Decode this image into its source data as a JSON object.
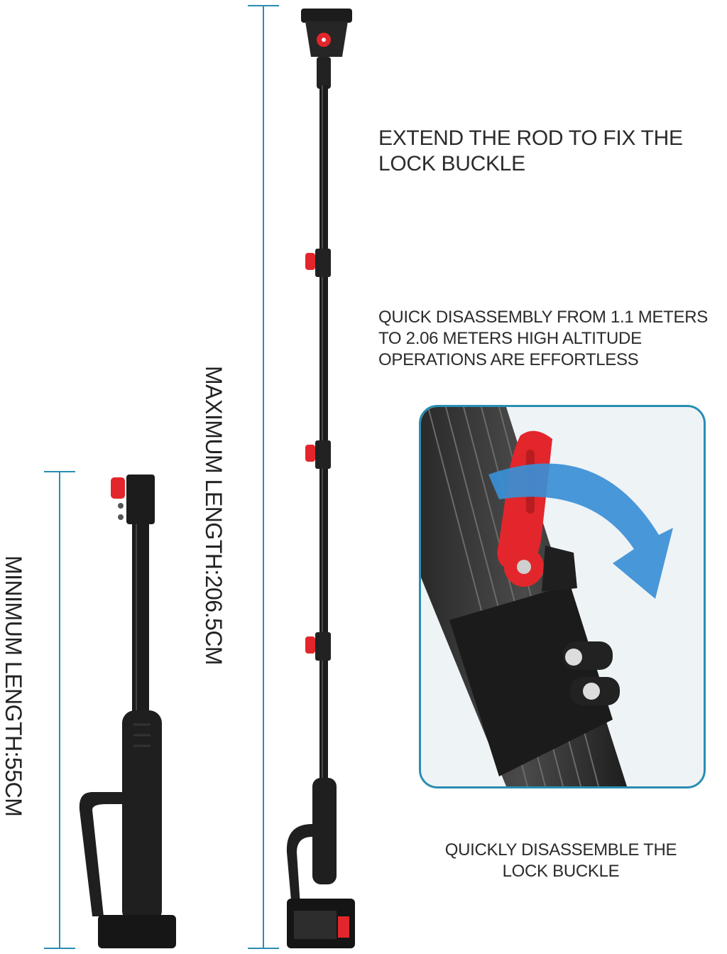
{
  "captions": {
    "extend": "EXTEND THE ROD TO FIX THE LOCK BUCKLE",
    "quick_line1": "QUICK DISASSEMBLY FROM 1.1 METERS",
    "quick_line2": "TO 2.06 METERS HIGH ALTITUDE",
    "quick_line3": "OPERATIONS ARE EFFORTLESS",
    "disassemble_line1": "QUICKLY DISASSEMBLE THE",
    "disassemble_line2": "LOCK BUCKLE"
  },
  "measurements": {
    "max_label": "MAXIMUM LENGTH:206.5CM",
    "min_label": "MINIMUM LENGTH:55CM"
  },
  "colors": {
    "measure_line": "#2a8db3",
    "buckle_red": "#e3262b",
    "arrow_blue": "#3a8fd6",
    "rod_black": "#1c1c1c"
  }
}
